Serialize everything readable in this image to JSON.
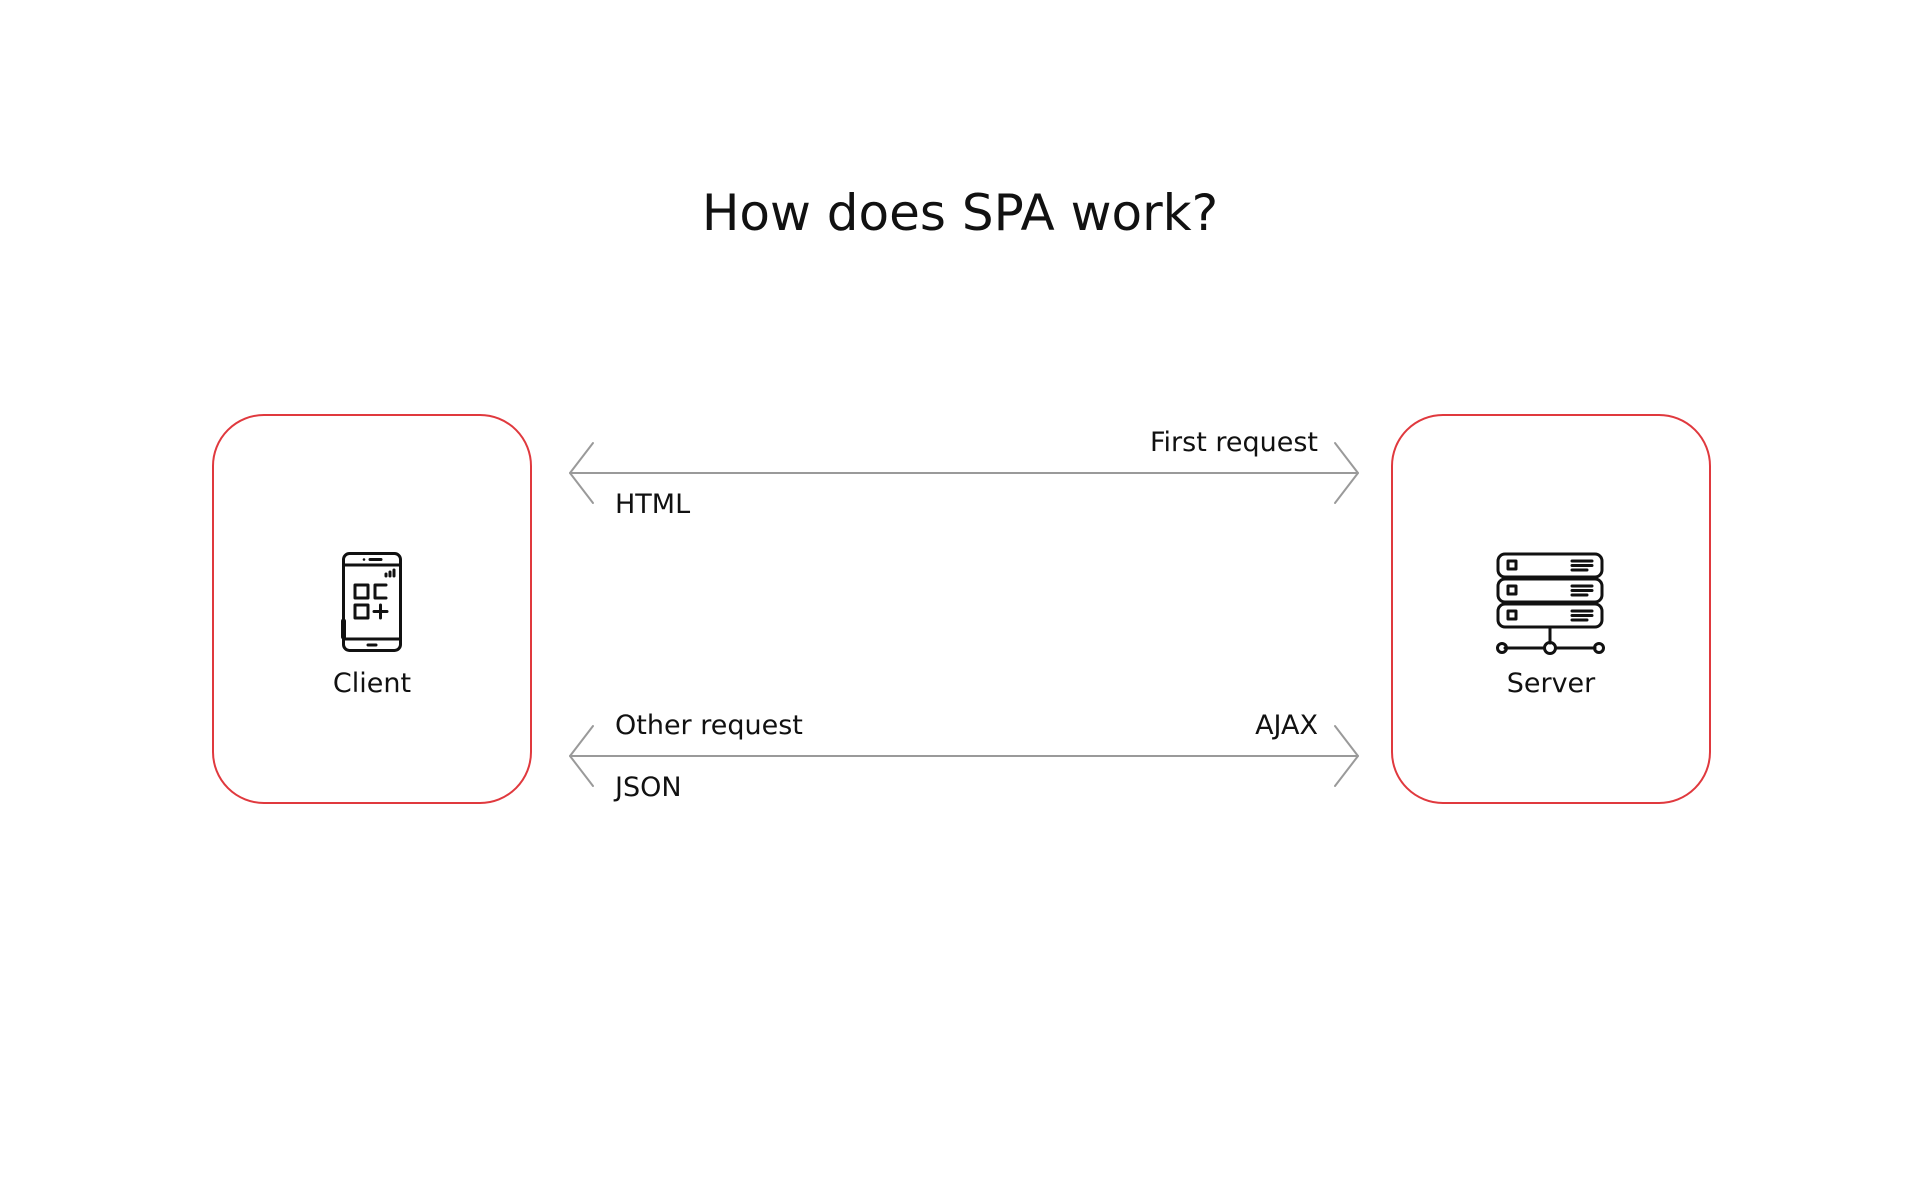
{
  "title": "How does SPA work?",
  "colors": {
    "node_border": "#e0393e",
    "arrow": "#9a9a9a",
    "text": "#111111"
  },
  "nodes": {
    "client": {
      "label": "Client",
      "icon": "smartphone-app-icon"
    },
    "server": {
      "label": "Server",
      "icon": "server-rack-network-icon"
    }
  },
  "connections": [
    {
      "id": "first",
      "direction": "bidirectional",
      "top_right_label": "First request",
      "bottom_left_label": "HTML"
    },
    {
      "id": "other",
      "direction": "bidirectional",
      "top_left_label": "Other request",
      "top_right_label": "AJAX",
      "bottom_left_label": "JSON"
    }
  ]
}
